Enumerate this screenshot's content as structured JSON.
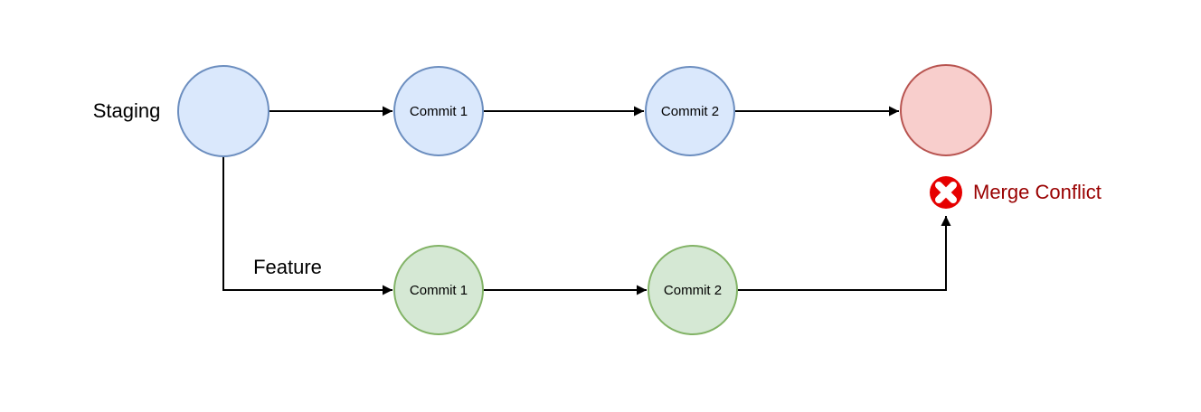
{
  "labels": {
    "staging": "Staging",
    "feature": "Feature"
  },
  "nodes": {
    "staging_start": {
      "label": "",
      "fill": "#dae8fc",
      "stroke": "#6c8ebf"
    },
    "staging_commit_1": {
      "label": "Commit 1",
      "fill": "#dae8fc",
      "stroke": "#6c8ebf"
    },
    "staging_commit_2": {
      "label": "Commit 2",
      "fill": "#dae8fc",
      "stroke": "#6c8ebf"
    },
    "merge_result": {
      "label": "",
      "fill": "#f8cecc",
      "stroke": "#b85450"
    },
    "feature_commit_1": {
      "label": "Commit 1",
      "fill": "#d5e8d4",
      "stroke": "#82b366"
    },
    "feature_commit_2": {
      "label": "Commit 2",
      "fill": "#d5e8d4",
      "stroke": "#82b366"
    }
  },
  "error": {
    "label": "Merge Conflict",
    "icon": "x-circle-icon",
    "icon_fill": "#e60000",
    "glyph_color": "#ffffff",
    "label_color": "#990000"
  },
  "edge_color": "#000000"
}
